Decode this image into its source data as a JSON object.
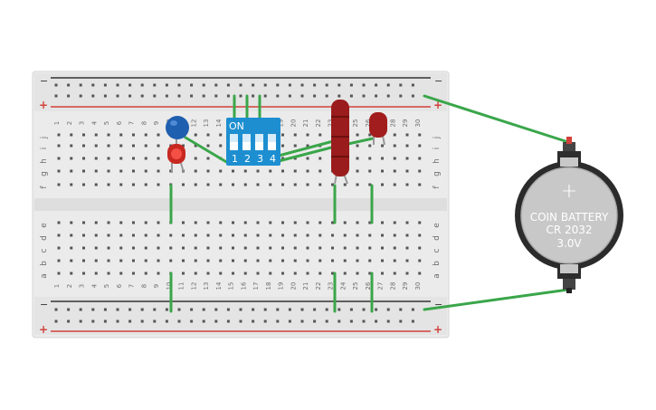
{
  "breadboard": {
    "columns": 30,
    "column_numbers": [
      "1",
      "2",
      "3",
      "4",
      "5",
      "6",
      "7",
      "8",
      "9",
      "10",
      "11",
      "12",
      "13",
      "14",
      "15",
      "16",
      "17",
      "18",
      "19",
      "20",
      "21",
      "22",
      "23",
      "24",
      "25",
      "26",
      "27",
      "28",
      "29",
      "30"
    ],
    "rows_top": [
      "j",
      "i",
      "h",
      "g",
      "f"
    ],
    "rows_bottom": [
      "e",
      "d",
      "c",
      "b",
      "a"
    ],
    "rail_minus": "−",
    "rail_plus": "+"
  },
  "dip_switch": {
    "label": "ON",
    "positions": [
      "1",
      "2",
      "3",
      "4"
    ],
    "color": "#1d8fd1"
  },
  "battery": {
    "line1": "COIN BATTERY",
    "line2": "CR 2032",
    "line3": "3.0V",
    "symbol": "+"
  },
  "colors": {
    "wire": "#3aa64a",
    "led_red": "#b3261e",
    "led_dark_red": "#8e1515",
    "capacitor": "#1f5fb0",
    "rail_red": "#d1413a",
    "rail_black": "#333333",
    "board": "#ebebeb"
  }
}
